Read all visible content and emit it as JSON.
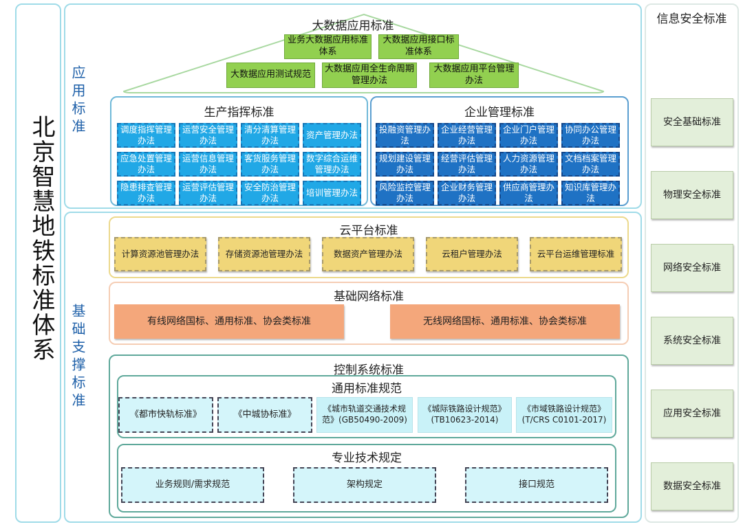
{
  "main_title": "北京智慧地铁标准体系",
  "application": {
    "label": "应用标准",
    "big_data": {
      "title": "大数据应用标准",
      "items": [
        "业务大数据应用标准体系",
        "大数据应用接口标准体系",
        "大数据应用测试规范",
        "大数据应用全生命周期管理办法",
        "大数据应用平台管理办法"
      ]
    },
    "production": {
      "title": "生产指挥标准",
      "items": [
        "调度指挥管理办法",
        "运营安全管理办法",
        "清分清算管理办法",
        "资产管理办法",
        "应急处置管理办法",
        "运营信息管理办法",
        "客货服务管理办法",
        "数字综合运维管理办法",
        "隐患排查管理办法",
        "运营评估管理办法",
        "安全防治管理办法",
        "培训管理办法"
      ]
    },
    "enterprise": {
      "title": "企业管理标准",
      "items": [
        "投融资管理办法",
        "企业经营管理办法",
        "企业门户管理办法",
        "协同办公管理办法",
        "规划建设管理办法",
        "经营评估管理办法",
        "人力资源管理办法",
        "文档档案管理办法",
        "风险监控管理办法",
        "企业财务管理办法",
        "供应商管理办法",
        "知识库管理办法"
      ]
    }
  },
  "foundation": {
    "label": "基础支撑标准",
    "cloud": {
      "title": "云平台标准",
      "items": [
        "计算资源池管理办法",
        "存储资源池管理办法",
        "数据资产管理办法",
        "云租户管理办法",
        "云平台运维管理标准"
      ]
    },
    "network": {
      "title": "基础网络标准",
      "items": [
        "有线网络国标、通用标准、协会类标准",
        "无线网络国标、通用标准、协会类标准"
      ]
    },
    "control": {
      "title": "控制系统标准",
      "general": {
        "title": "通用标准规范",
        "items": [
          "《都市快轨标准》",
          "《中城协标准》",
          "《城市轨道交通技术规范》(GB50490-2009)",
          "《城际铁路设计规范》(TB10623-2014)",
          "《市域铁路设计规范》(T/CRS C0101-2017)"
        ]
      },
      "technical": {
        "title": "专业技术规定",
        "items": [
          "业务规则/需求规范",
          "架构规定",
          "接口规范"
        ]
      }
    }
  },
  "security": {
    "title": "信息安全标准",
    "items": [
      "安全基础标准",
      "物理安全标准",
      "网络安全标准",
      "系统安全标准",
      "应用安全标准",
      "数据安全标准"
    ]
  }
}
